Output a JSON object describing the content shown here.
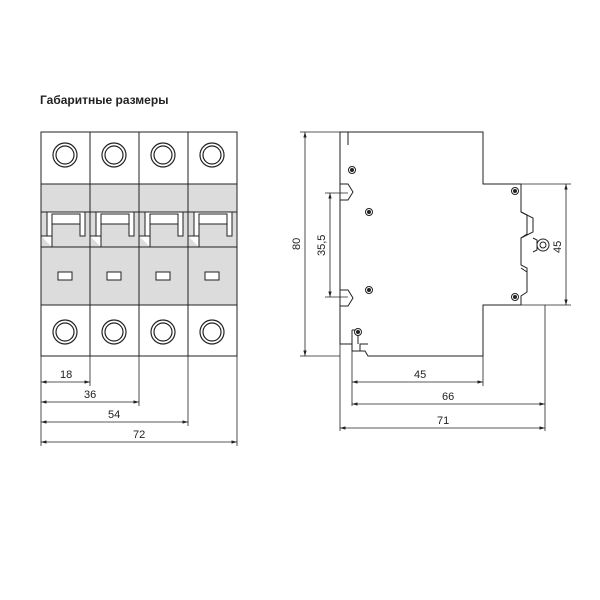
{
  "title": "Габаритные размеры",
  "front_view": {
    "poles": 4,
    "dimensions": [
      "18",
      "36",
      "54",
      "72"
    ]
  },
  "side_view": {
    "height_total": "80",
    "height_inner": "35,5",
    "height_right": "45",
    "depth_45": "45",
    "depth_66": "66",
    "depth_71": "71"
  }
}
